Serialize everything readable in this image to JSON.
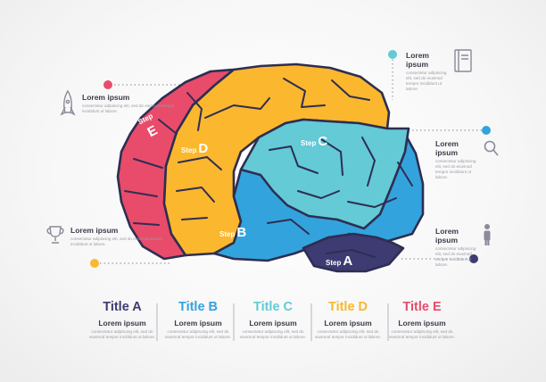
{
  "colors": {
    "step_a": "#3d3b72",
    "step_b": "#33a3dd",
    "step_c": "#63cad6",
    "step_d": "#fbb72e",
    "step_e": "#e84c6a",
    "outline": "#2e2e52"
  },
  "steps": [
    {
      "word": "Step",
      "letter": "A"
    },
    {
      "word": "Step",
      "letter": "B"
    },
    {
      "word": "Step",
      "letter": "C"
    },
    {
      "word": "Step",
      "letter": "D"
    },
    {
      "word": "Step",
      "letter": "E"
    }
  ],
  "callouts": {
    "top_left": {
      "title": "Lorem ipsum",
      "text": "consectetur adipiscing elit, sed do eiusmod tempor incididunt ut labore.",
      "icon": "rocket-icon"
    },
    "middle_left": {
      "title": "Lorem ipsum",
      "text": "consectetur adipiscing elit, sed do eiusmod tempor incididunt ut labore.",
      "icon": "trophy-icon"
    },
    "top_right": {
      "title": "Lorem ipsum",
      "text": "consectetur adipiscing elit, sed do eiusmod tempor incididunt ut labore.",
      "icon": "book-icon"
    },
    "middle_right": {
      "title": "Lorem ipsum",
      "text": "consectetur adipiscing elit, sed do eiusmod tempor incididunt ut labore.",
      "icon": "magnifier-icon"
    },
    "lower_right": {
      "title": "Lorem ipsum",
      "text": "consectetur adipiscing elit, sed do eiusmod tempor incididunt ut labore.",
      "icon": "person-icon"
    }
  },
  "bottom": [
    {
      "big": "Title A",
      "title": "Lorem ipsum",
      "text": "consectetur adipiscing elit, sed do eiusmod tempor incididunt ut labore.",
      "color": "#3d3b72"
    },
    {
      "big": "Title B",
      "title": "Lorem ipsum",
      "text": "consectetur adipiscing elit, sed do eiusmod tempor incididunt ut labore.",
      "color": "#33a3dd"
    },
    {
      "big": "Title C",
      "title": "Lorem ipsum",
      "text": "consectetur adipiscing elit, sed do eiusmod tempor incididunt ut labore.",
      "color": "#63cad6"
    },
    {
      "big": "Title D",
      "title": "Lorem ipsum",
      "text": "consectetur adipiscing elit, sed do eiusmod tempor incididunt ut labore.",
      "color": "#fbb72e"
    },
    {
      "big": "Title E",
      "title": "Lorem ipsum",
      "text": "consectetur adipiscing elit, sed do eiusmod tempor incididunt ut labore.",
      "color": "#e84c6a"
    }
  ]
}
